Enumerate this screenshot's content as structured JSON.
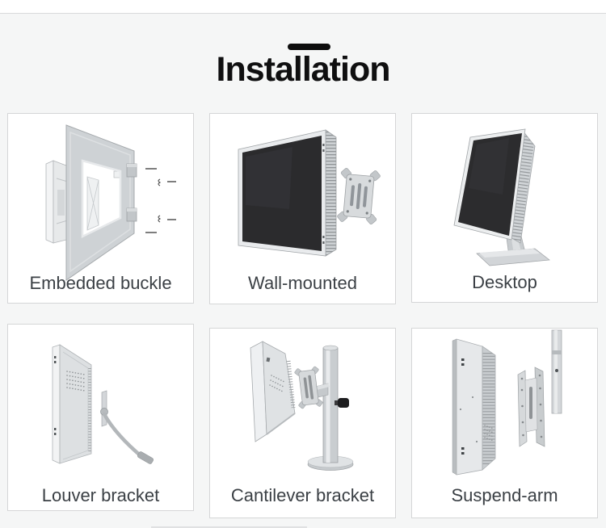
{
  "colors": {
    "page_background": "#f5f6f6",
    "top_strip_background": "#ffffff",
    "card_background": "#ffffff",
    "card_border": "#d5d6d7",
    "title_text": "#0f0f10",
    "title_dash": "#0d0d0d",
    "label_text": "#3b4045"
  },
  "header": {
    "title": "Installation",
    "dash_icon": "title-dash"
  },
  "cards": [
    {
      "label": "Embedded buckle",
      "illustration": "embedded-buckle-exploded-illustration"
    },
    {
      "label": "Wall-mounted",
      "illustration": "wall-mount-vesa-plate-illustration"
    },
    {
      "label": "Desktop",
      "illustration": "desktop-stand-illustration"
    },
    {
      "label": "Louver bracket",
      "illustration": "louver-bracket-side-view-illustration"
    },
    {
      "label": "Cantilever bracket",
      "illustration": "cantilever-pole-mount-illustration"
    },
    {
      "label": "Suspend-arm",
      "illustration": "suspend-arm-mount-illustration"
    }
  ]
}
